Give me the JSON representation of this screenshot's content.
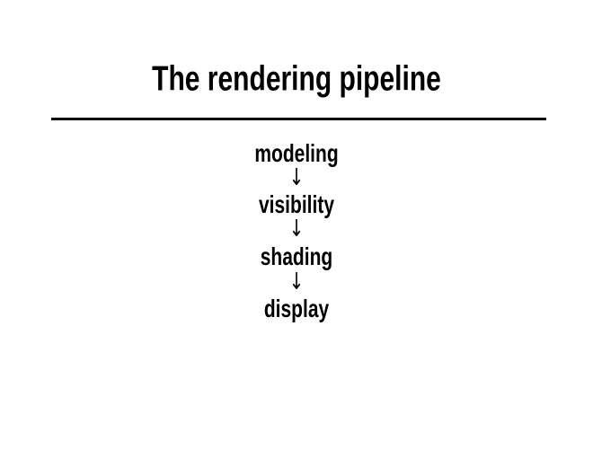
{
  "slide": {
    "title": "The rendering pipeline",
    "pipeline": {
      "stages": [
        {
          "label": "modeling"
        },
        {
          "label": "visibility"
        },
        {
          "label": "shading"
        },
        {
          "label": "display"
        }
      ],
      "arrow_glyph": "↓"
    },
    "colors": {
      "background": "#ffffff",
      "text": "#000000",
      "divider": "#000000"
    }
  }
}
